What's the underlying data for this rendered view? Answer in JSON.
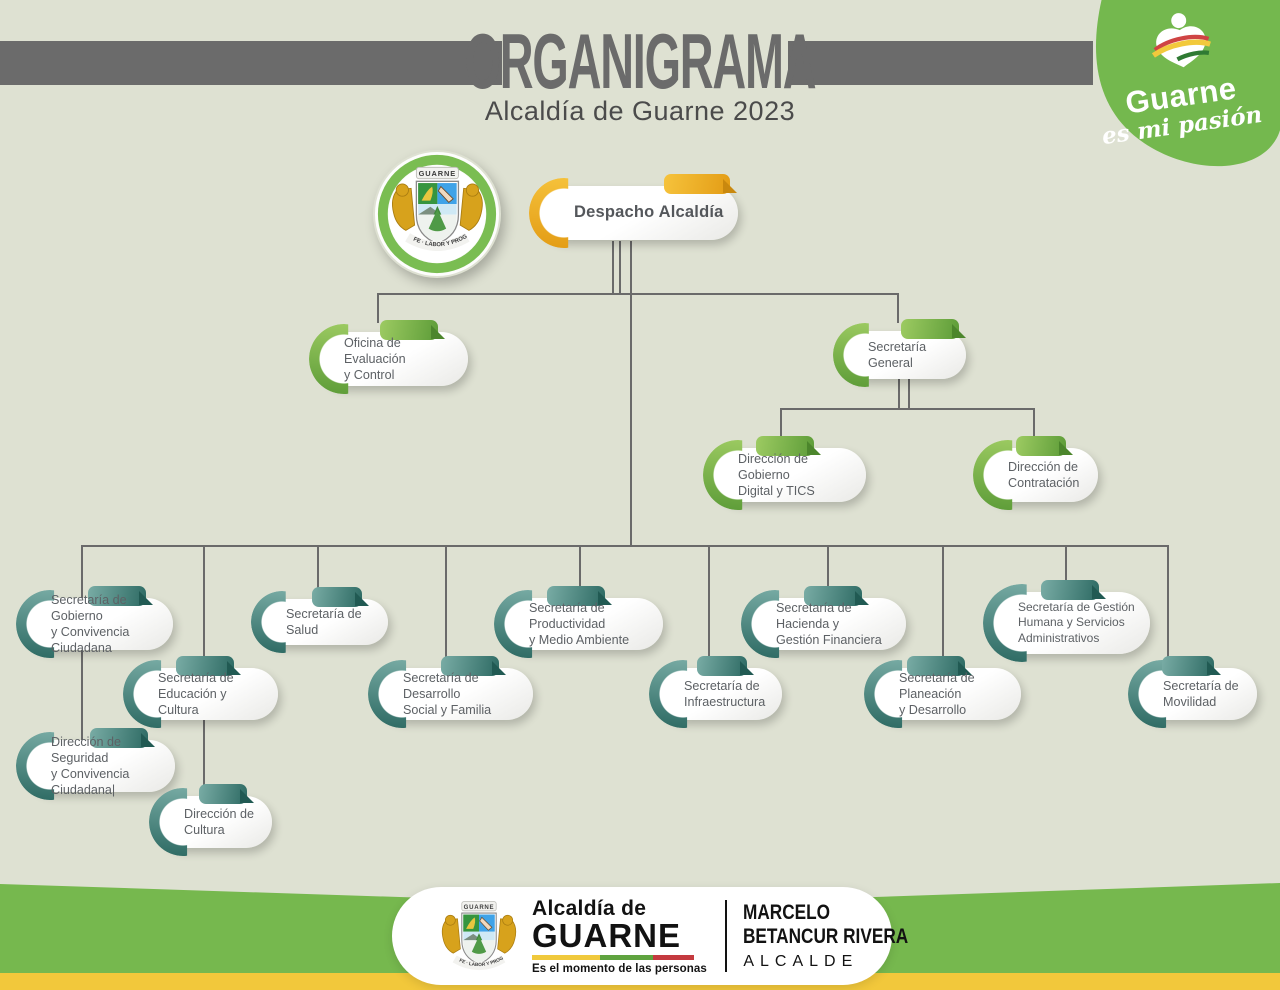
{
  "header": {
    "title": "ORGANIGRAMA",
    "subtitle": "Alcaldía de Guarne 2023"
  },
  "brand": {
    "blob_title": "Guarne",
    "blob_tagline": "es mi pasión",
    "seal_top_text": "GUARNE",
    "seal_bottom_text": "FE · LABOR Y PROGRESO"
  },
  "colors": {
    "background": "#dee1d2",
    "header_bar_gray": "#6b6b6b",
    "brand_green": "#74b84e",
    "band_yellow": "#f2c83b",
    "accent_gold": "#eead1f",
    "accent_green": "#6fa845",
    "accent_teal": "#3d7a73"
  },
  "org": {
    "nodes": [
      {
        "id": "despacho-alcaldia",
        "label": "Despacho Alcaldía",
        "accent": "gold",
        "level": 1
      },
      {
        "id": "oficina-evaluacion-control",
        "label": "Oficina de Evaluación\ny Control",
        "accent": "green",
        "level": 2
      },
      {
        "id": "secretaria-general",
        "label": "Secretaría General",
        "accent": "green",
        "level": 2
      },
      {
        "id": "direccion-gobierno-digital-tics",
        "label": "Dirección de Gobierno\nDigital y TICS",
        "accent": "green",
        "level": 3
      },
      {
        "id": "direccion-contratacion",
        "label": "Dirección de\nContratación",
        "accent": "green",
        "level": 3
      },
      {
        "id": "secretaria-gobierno-convivencia",
        "label": "Secretaría de Gobierno\ny Convivencia Ciudadana",
        "accent": "teal",
        "level": 2
      },
      {
        "id": "secretaria-salud",
        "label": "Secretaría de Salud",
        "accent": "teal",
        "level": 2
      },
      {
        "id": "secretaria-productividad-medio-ambiente",
        "label": "Secretaría de Productividad\ny Medio Ambiente",
        "accent": "teal",
        "level": 2
      },
      {
        "id": "secretaria-hacienda-gestion-financiera",
        "label": "Secretaría de Hacienda y\nGestión Financiera",
        "accent": "teal",
        "level": 2
      },
      {
        "id": "secretaria-gestion-humana",
        "label": "Secretaría de Gestión\nHumana y Servicios\nAdministrativos",
        "accent": "teal",
        "level": 2
      },
      {
        "id": "secretaria-educacion-cultura",
        "label": "Secretaría de\nEducación y Cultura",
        "accent": "teal",
        "level": 2
      },
      {
        "id": "secretaria-desarrollo-social-familia",
        "label": "Secretaría de Desarrollo\nSocial y Familia",
        "accent": "teal",
        "level": 2
      },
      {
        "id": "secretaria-infraestructura",
        "label": "Secretaría de\nInfraestructura",
        "accent": "teal",
        "level": 2
      },
      {
        "id": "secretaria-planeacion-desarrollo",
        "label": "Secretaría de Planeación\ny Desarrollo",
        "accent": "teal",
        "level": 2
      },
      {
        "id": "secretaria-movilidad",
        "label": "Secretaría de\nMovilidad",
        "accent": "teal",
        "level": 2
      },
      {
        "id": "direccion-seguridad-convivencia",
        "label": "Dirección de Seguridad\ny Convivencia Ciudadana|",
        "accent": "teal",
        "level": 3
      },
      {
        "id": "direccion-cultura",
        "label": "Dirección de\nCultura",
        "accent": "teal",
        "level": 3
      }
    ]
  },
  "footer": {
    "logo_line1": "Alcaldía de",
    "logo_line2": "GUARNE",
    "logo_tagline": "Es el momento de las personas",
    "official_name_line1": "MARCELO",
    "official_name_line2": "BETANCUR RIVERA",
    "official_title": "ALCALDE"
  }
}
